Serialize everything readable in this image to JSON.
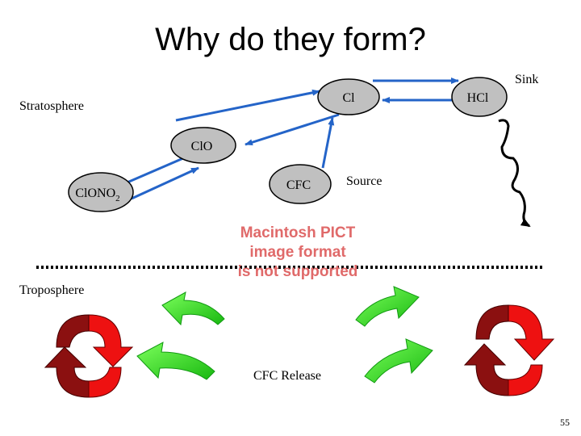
{
  "slide": {
    "title": "Why do they form?",
    "page_number": "55"
  },
  "regions": {
    "stratosphere": "Stratosphere",
    "troposphere": "Troposphere"
  },
  "nodes": {
    "cl": "Cl",
    "hcl": "HCl",
    "clo": "ClO",
    "clono2_main": "ClONO",
    "clono2_sub": "2",
    "cfc": "CFC"
  },
  "labels": {
    "sink": "Sink",
    "source": "Source",
    "cfc_release": "CFC Release"
  },
  "image_placeholder": {
    "line1": "Macintosh PICT",
    "line2": "image format",
    "line3": "is not supported"
  },
  "colors": {
    "node_fill": "#c0c0c0",
    "arrow_blue": "#2464c8",
    "arrow_green": "#33dd22",
    "cycle_red": "#ee1111",
    "cycle_dark": "#8b1010"
  }
}
